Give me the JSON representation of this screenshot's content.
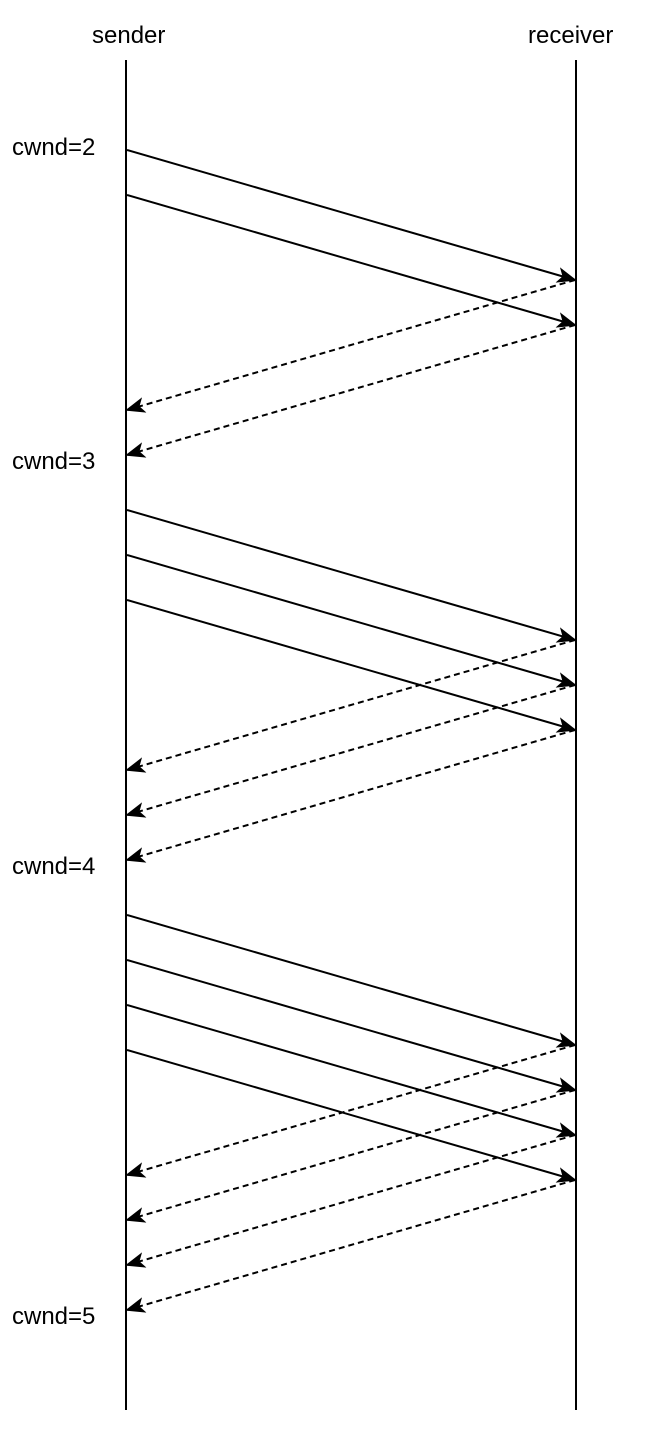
{
  "actors": {
    "sender": "sender",
    "receiver": "receiver"
  },
  "cwnd_labels": [
    "cwnd=2",
    "cwnd=3",
    "cwnd=4",
    "cwnd=5"
  ],
  "rounds": [
    {
      "cwnd": "cwnd=2",
      "segments": 2
    },
    {
      "cwnd": "cwnd=3",
      "segments": 3
    },
    {
      "cwnd": "cwnd=4",
      "segments": 4
    }
  ],
  "colors": {
    "line": "#000000",
    "background": "#ffffff"
  }
}
